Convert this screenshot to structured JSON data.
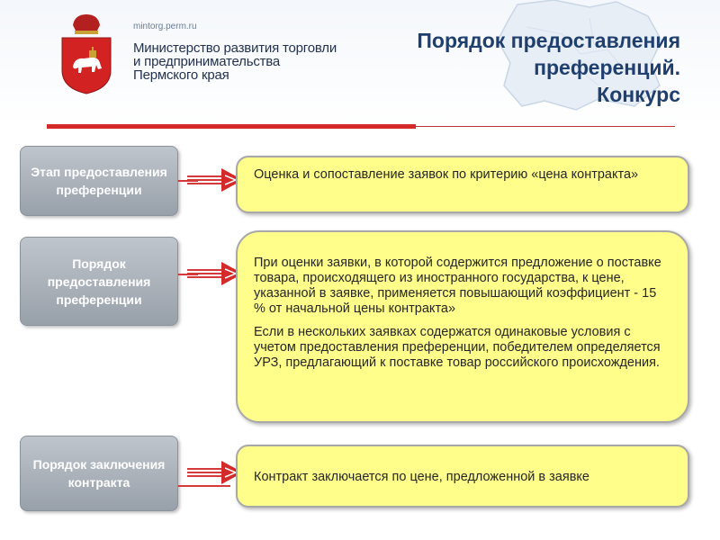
{
  "header": {
    "site": "mintorg.perm.ru",
    "ministry_lines": [
      "Министерство развития торговли",
      "и предпринимательства",
      "Пермского края"
    ],
    "title_lines": [
      "Порядок предоставления",
      "преференций.",
      "Конкурс"
    ]
  },
  "rows": [
    {
      "label": "Этап предоставления преференции",
      "paragraphs": [
        "Оценка и сопоставление заявок по критерию «цена контракта»"
      ]
    },
    {
      "label": "Порядок предоставления преференции",
      "paragraphs": [
        "При оценки заявки, в которой содержится предложение о поставке товара, происходящего из иностранного государства, к цене, указанной в заявке, применяется повышающий коэффициент - 15 % от начальной цены контракта»",
        "Если в нескольких заявках содержатся одинаковые условия с учетом предоставления преференции, победителем определяется УРЗ, предлагающий к поставке товар российского происхождения."
      ]
    },
    {
      "label": "Порядок заключения контракта",
      "paragraphs": [
        "Контракт заключается по цене, предложенной в заявке"
      ]
    }
  ],
  "colors": {
    "title": "#1f3f6e",
    "accent_red": "#d42a2a",
    "box_yellow": "#fffe8a",
    "label_gray": "#98a0a9"
  }
}
